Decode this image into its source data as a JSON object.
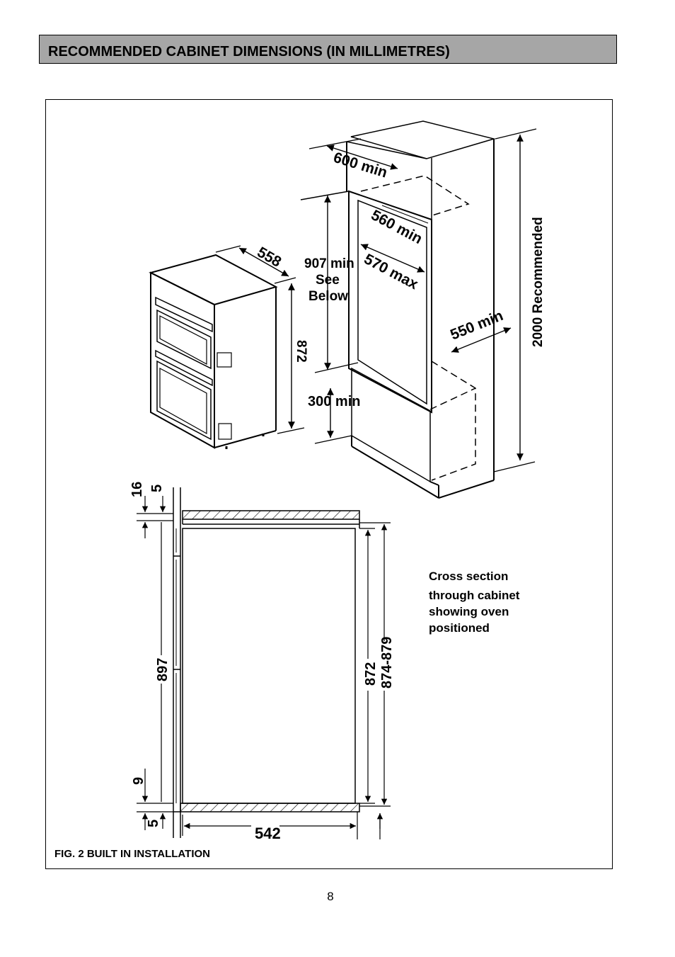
{
  "header": {
    "title": "RECOMMENDED CABINET DIMENSIONS (IN MILLIMETRES)"
  },
  "upper_diagram": {
    "labels": {
      "width_600": "600 min",
      "depth_560": "560 min",
      "width_570": "570 max",
      "height_907": "907 min",
      "see": "See",
      "below": "Below",
      "depth_550": "550 min",
      "height_2000": "2000 Recommended",
      "depth_558": "558",
      "height_872": "872",
      "height_300": "300 min"
    }
  },
  "cross_section": {
    "labels": {
      "top_16": "16",
      "top_5": "5",
      "height_897": "897",
      "bottom_9": "9",
      "bottom_5": "5",
      "width_542": "542",
      "height_872": "872",
      "height_874_879": "874-879"
    },
    "caption_lines": [
      "Cross section",
      "through cabinet",
      "showing oven",
      "positioned"
    ]
  },
  "figure": {
    "caption": "FIG. 2 BUILT IN INSTALLATION"
  },
  "page": {
    "number": "8"
  }
}
